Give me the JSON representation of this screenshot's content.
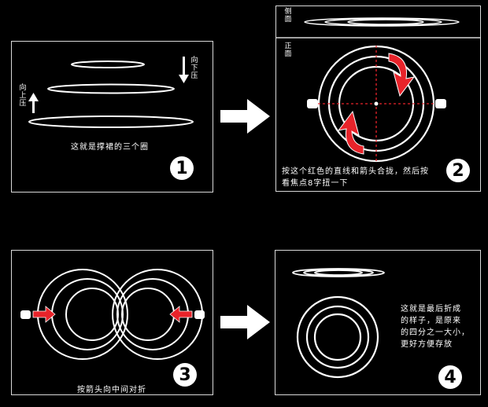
{
  "panel1": {
    "caption": "这就是撑裙的三个圈",
    "label_down": "向下压",
    "label_up": "向上压",
    "step": "1"
  },
  "panel2": {
    "side_label": "侧面",
    "front_label": "正面",
    "caption": "按这个红色的直线和箭头合拢，然后按\n看焦点8字扭一下",
    "step": "2"
  },
  "panel3": {
    "caption": "按箭头向中间对折",
    "step": "3"
  },
  "panel4": {
    "caption": "这就是最后折成\n的样子，是原来\n的四分之一大小，\n更好方便存放",
    "step": "4"
  },
  "colors": {
    "background": "#000000",
    "line": "#ffffff",
    "accent": "#e8232a"
  }
}
